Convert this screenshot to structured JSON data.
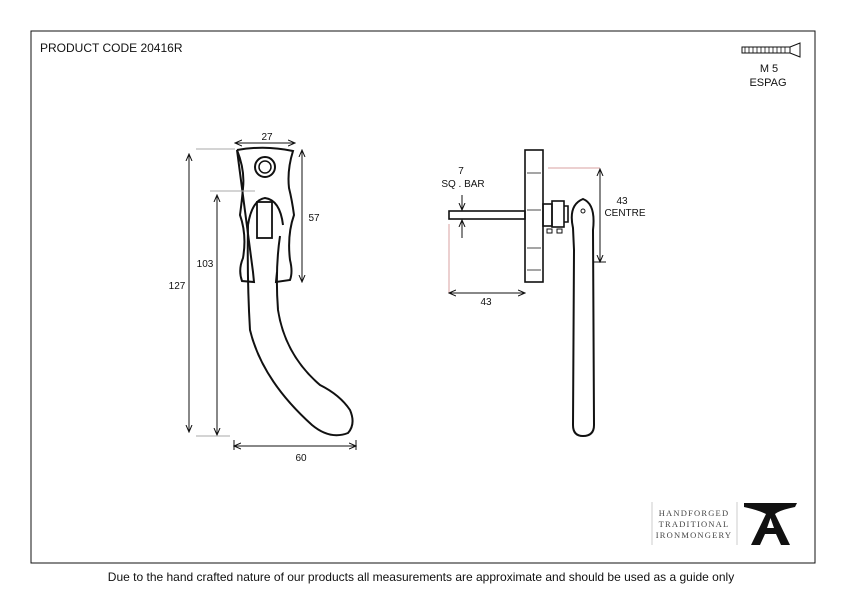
{
  "header": {
    "product_code": "PRODUCT CODE 20416R"
  },
  "screw": {
    "size": "M 5",
    "type": "ESPAG"
  },
  "front_view": {
    "width_top": "27",
    "overall_height": "127",
    "lever_height": "103",
    "plate_height": "57",
    "lever_reach": "60"
  },
  "side_view": {
    "bar_size": "7",
    "bar_label": "SQ . BAR",
    "projection": "43",
    "centre": "43",
    "centre_label": "CENTRE"
  },
  "logo": {
    "lines": [
      "HANDFORGED",
      "TRADITIONAL",
      "IRONMONGERY"
    ]
  },
  "footer": {
    "disclaimer": "Due to the hand crafted nature of our products all measurements are approximate and should be used as a guide only"
  }
}
